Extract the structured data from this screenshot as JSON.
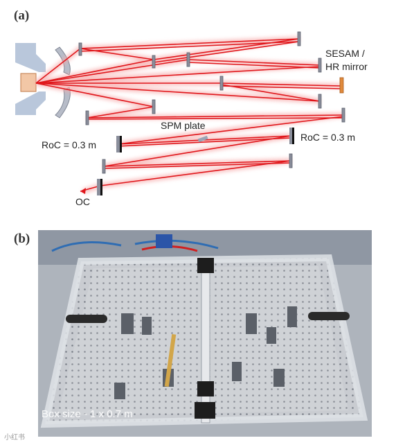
{
  "figure": {
    "panel_a": {
      "letter": "(a)",
      "labels": {
        "sesam_line1": "SESAM /",
        "sesam_line2": "HR mirror",
        "spm_plate": "SPM plate",
        "roc_left": "RoC = 0.3 m",
        "roc_right": "RoC = 0.3 m",
        "oc": "OC"
      }
    },
    "panel_b": {
      "letter": "(b)",
      "box_size": "Box size - 1 x 0.7 m"
    },
    "watermark": "小红书"
  },
  "colors": {
    "beam": "#e0161b",
    "beam_glow": "#f7a9a9",
    "mirror": "#8a8e9b",
    "output_coupler": "#e08a3c",
    "pump_block": "#f2c7a6",
    "pump_mount": "#b9c7db",
    "text": "#222222"
  }
}
